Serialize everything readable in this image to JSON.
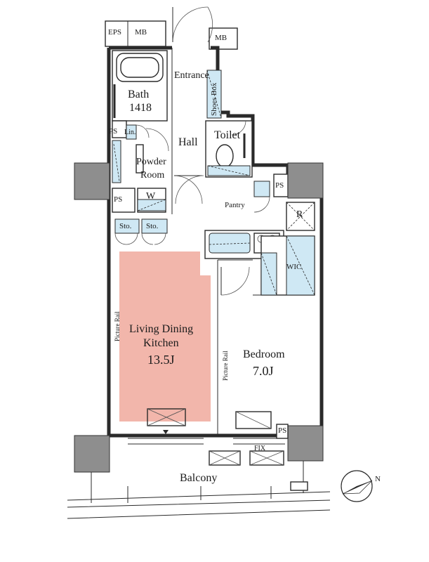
{
  "rooms": {
    "eps": "EPS",
    "mb_top": "MB",
    "mb_right": "MB",
    "entrance": "Entrance",
    "shoes_box": "Shoes Box",
    "bath_name": "Bath",
    "bath_size": "1418",
    "ps_bath": "PS",
    "linen": "Lin.",
    "toilet": "Toilet",
    "hall": "Hall",
    "powder_line1": "Powder",
    "powder_line2": "Room",
    "ps_left": "PS",
    "washer": "W",
    "pantry": "Pantry",
    "ps_right": "PS",
    "refrigerator": "R",
    "storage_1": "Sto.",
    "storage_2": "Sto.",
    "wic": "WIC",
    "ldk_line1": "Living Dining",
    "ldk_line2": "Kitchen",
    "ldk_size": "13.5J",
    "picture_rail_ldk": "Picture Rail",
    "picture_rail_bed": "Picture Rail",
    "bedroom_name": "Bedroom",
    "bedroom_size": "7.0J",
    "ps_bottom": "PS",
    "fix": "FIX",
    "balcony": "Balcony",
    "north": "N"
  },
  "colors": {
    "ldk_highlight": "#f2b6ab",
    "wet_area": "#cfe8f4",
    "column": "#8e8e8e"
  },
  "icons": [
    "north-arrow-icon",
    "bathtub-icon",
    "toilet-icon",
    "sink-icon",
    "stove-icon",
    "window-icon"
  ]
}
